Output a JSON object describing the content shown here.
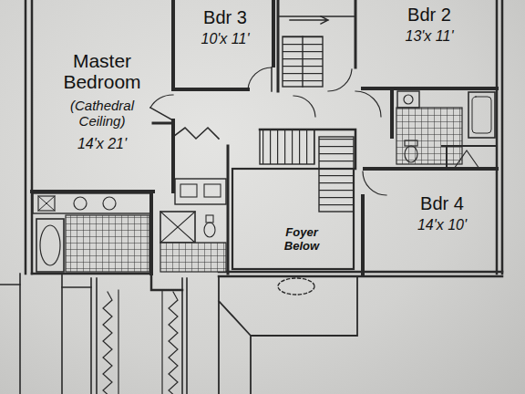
{
  "diagram": {
    "nodes": [
      {
        "text": [
          "Bdr 3",
          "10'x 11'"
        ]
      },
      {
        "text": [
          "Bdr 2",
          "13'x 11'"
        ]
      },
      {
        "text": [
          "Master Bedroom",
          "(Cathedral Ceiling)",
          "14'x 21'"
        ]
      },
      {
        "text": [
          "Foyer Below"
        ]
      },
      {
        "text": [
          "Bdr 4",
          "14'x 10'"
        ]
      }
    ]
  }
}
